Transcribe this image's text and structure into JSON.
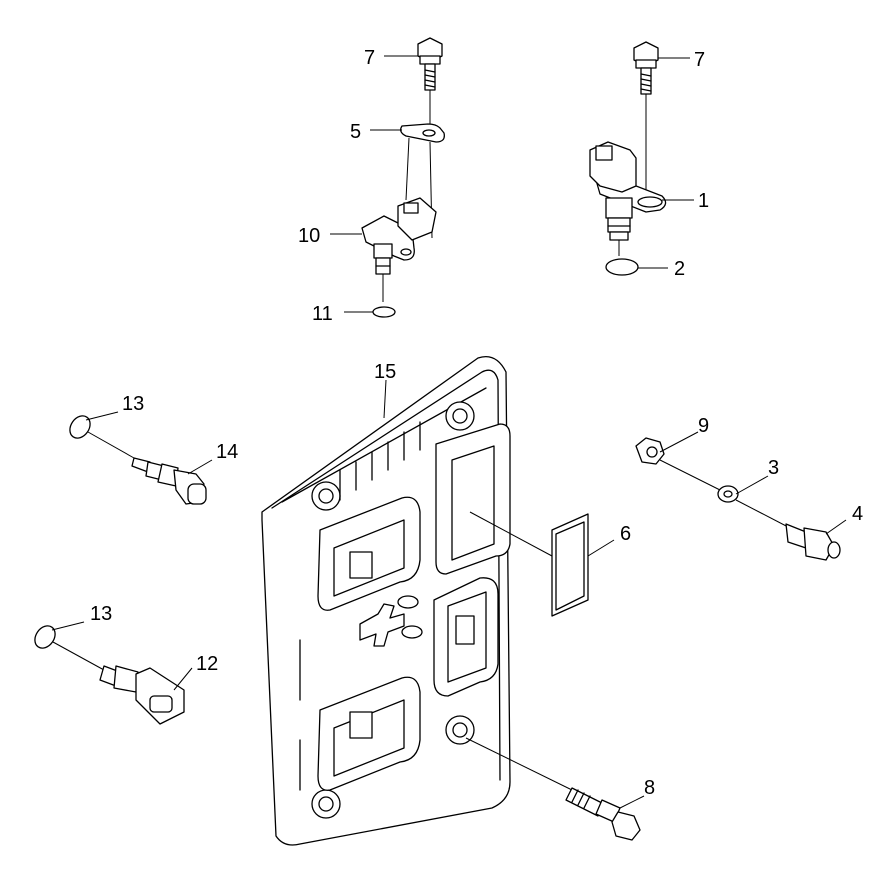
{
  "callouts": {
    "c1": "1",
    "c2": "2",
    "c3": "3",
    "c4": "4",
    "c5": "5",
    "c6": "6",
    "c7a": "7",
    "c7b": "7",
    "c8": "8",
    "c9": "9",
    "c10": "10",
    "c11": "11",
    "c12": "12",
    "c13a": "13",
    "c13b": "13",
    "c14": "14",
    "c15": "15"
  }
}
